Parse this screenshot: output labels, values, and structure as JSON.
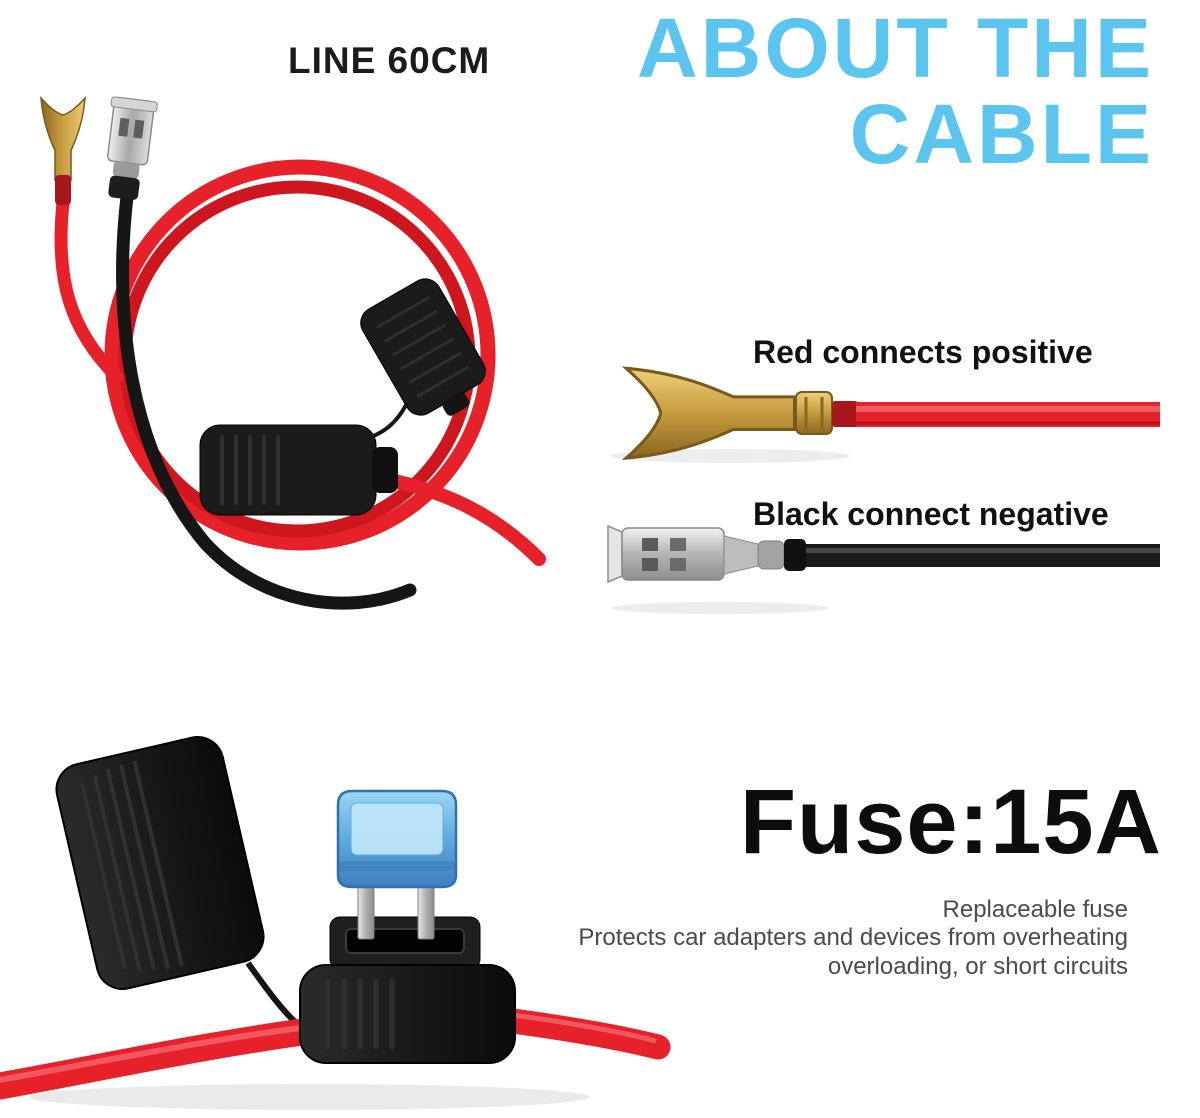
{
  "colors": {
    "accent-blue": "#5BC5EF",
    "wire-red": "#E62129",
    "wire-black": "#1A1A1A",
    "terminal-gold": "#C69B3E",
    "fuse-blue": "#5FAADE",
    "text-dark": "#111111",
    "text-gray": "#4B4B4B"
  },
  "header": {
    "line_length_label": "LINE 60CM",
    "title_line1": "ABOUT THE",
    "title_line2": "CABLE"
  },
  "connector_labels": {
    "red_positive": "Red connects positive",
    "black_negative": "Black connect negative"
  },
  "fuse_info": {
    "title": "Fuse:15A",
    "line1": "Replaceable fuse",
    "line2": "Protects car adapters and devices from overheating",
    "line3": "overloading, or short circuits"
  },
  "illustrations": {
    "coiled_cable": "coiled-red-black-cable-with-inline-fuse-holder",
    "red_terminal": "gold-fork-terminal-on-red-wire",
    "black_terminal": "silver-spade-terminal-on-black-wire",
    "fuse_assembly": "fuse-holder-cap-blade-fuse-and-holder-body"
  }
}
